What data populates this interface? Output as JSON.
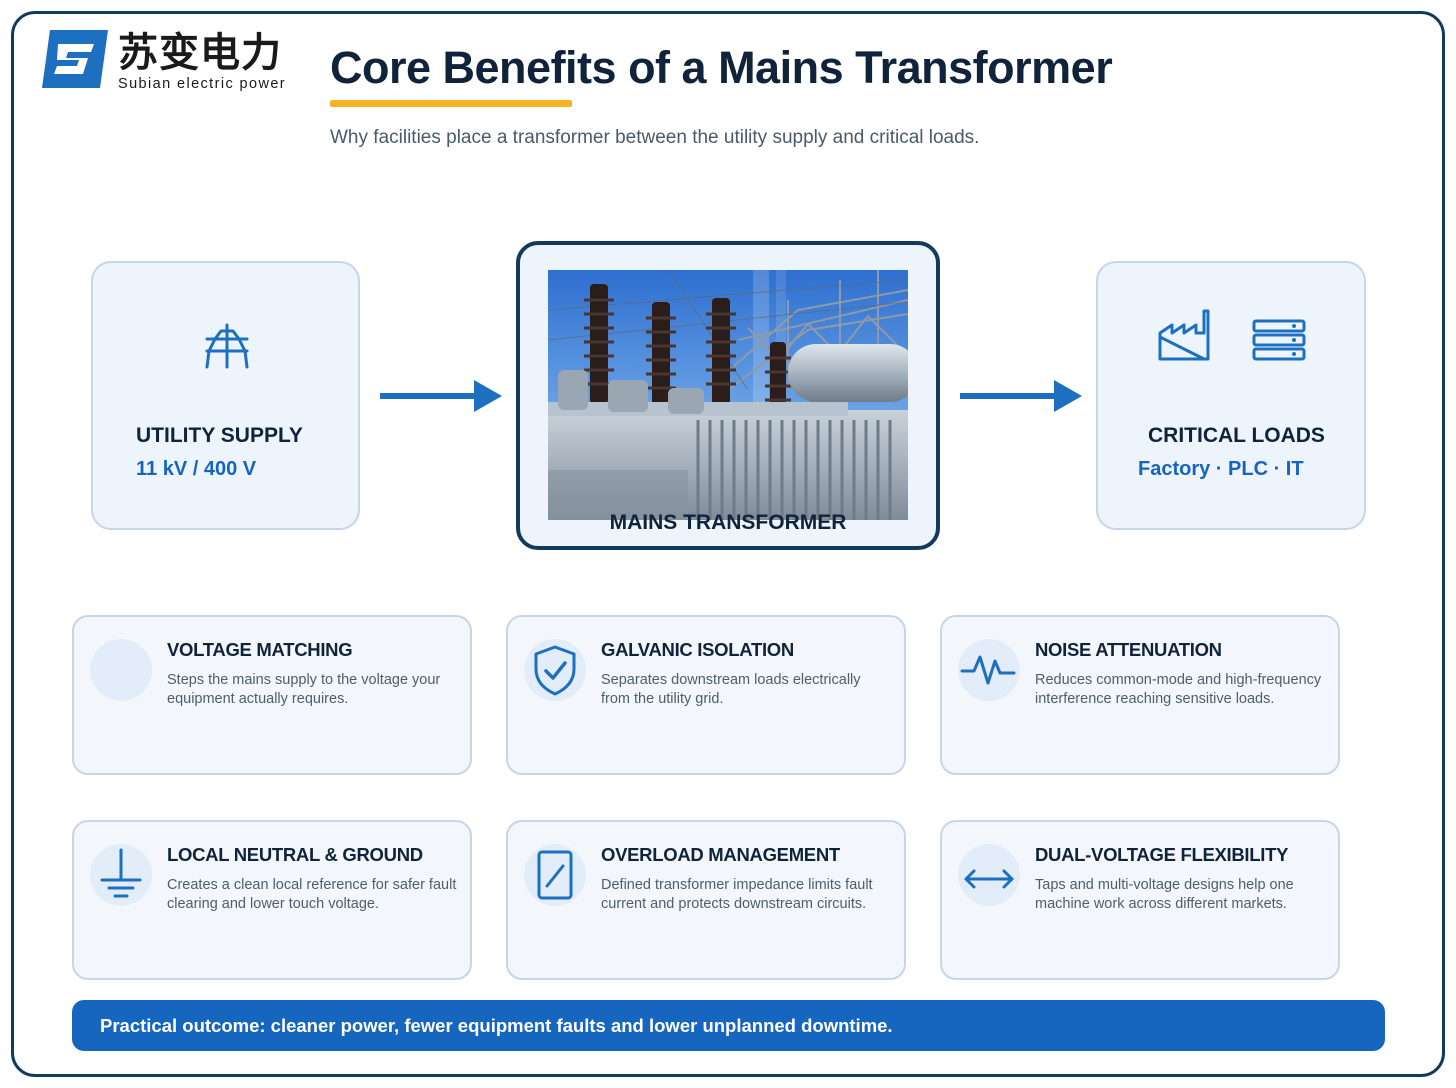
{
  "brand": {
    "name_cn": "苏变电力",
    "name_en": "Subian electric power",
    "colors": {
      "blue": "#1d6fc0",
      "navy": "#133a5e",
      "accent": "#f5b324"
    }
  },
  "header": {
    "title": "Core Benefits of a Mains Transformer",
    "subtitle": "Why facilities place a transformer between the utility supply and critical loads."
  },
  "flow": {
    "source": {
      "icon": "pylon-icon",
      "title": "UTILITY SUPPLY",
      "sub": "11 kV / 400 V"
    },
    "center": {
      "image": "transformer-photo",
      "label": "MAINS TRANSFORMER"
    },
    "target": {
      "icons": [
        "factory-icon",
        "server-rack-icon"
      ],
      "title": "CRITICAL LOADS",
      "sub": "Factory · PLC · IT"
    }
  },
  "benefits": [
    {
      "icon": "",
      "title": "VOLTAGE MATCHING",
      "desc": "Steps the mains supply to the voltage your equipment actually requires."
    },
    {
      "icon": "shield-check-icon",
      "title": "GALVANIC ISOLATION",
      "desc": "Separates downstream loads electrically from the utility grid."
    },
    {
      "icon": "waveform-icon",
      "title": "NOISE ATTENUATION",
      "desc": "Reduces common-mode and high-frequency interference reaching sensitive loads."
    },
    {
      "icon": "ground-icon",
      "title": "LOCAL NEUTRAL & GROUND",
      "desc": "Creates a clean local reference for safer fault clearing and lower touch voltage."
    },
    {
      "icon": "impedance-icon",
      "title": "OVERLOAD MANAGEMENT",
      "desc": "Defined transformer impedance limits fault current and protects downstream circuits."
    },
    {
      "icon": "double-arrow-icon",
      "title": "DUAL-VOLTAGE FLEXIBILITY",
      "desc": "Taps and multi-voltage designs help one machine work across different markets."
    }
  ],
  "banner": {
    "text": "Practical outcome: cleaner power, fewer equipment faults and lower unplanned downtime."
  }
}
